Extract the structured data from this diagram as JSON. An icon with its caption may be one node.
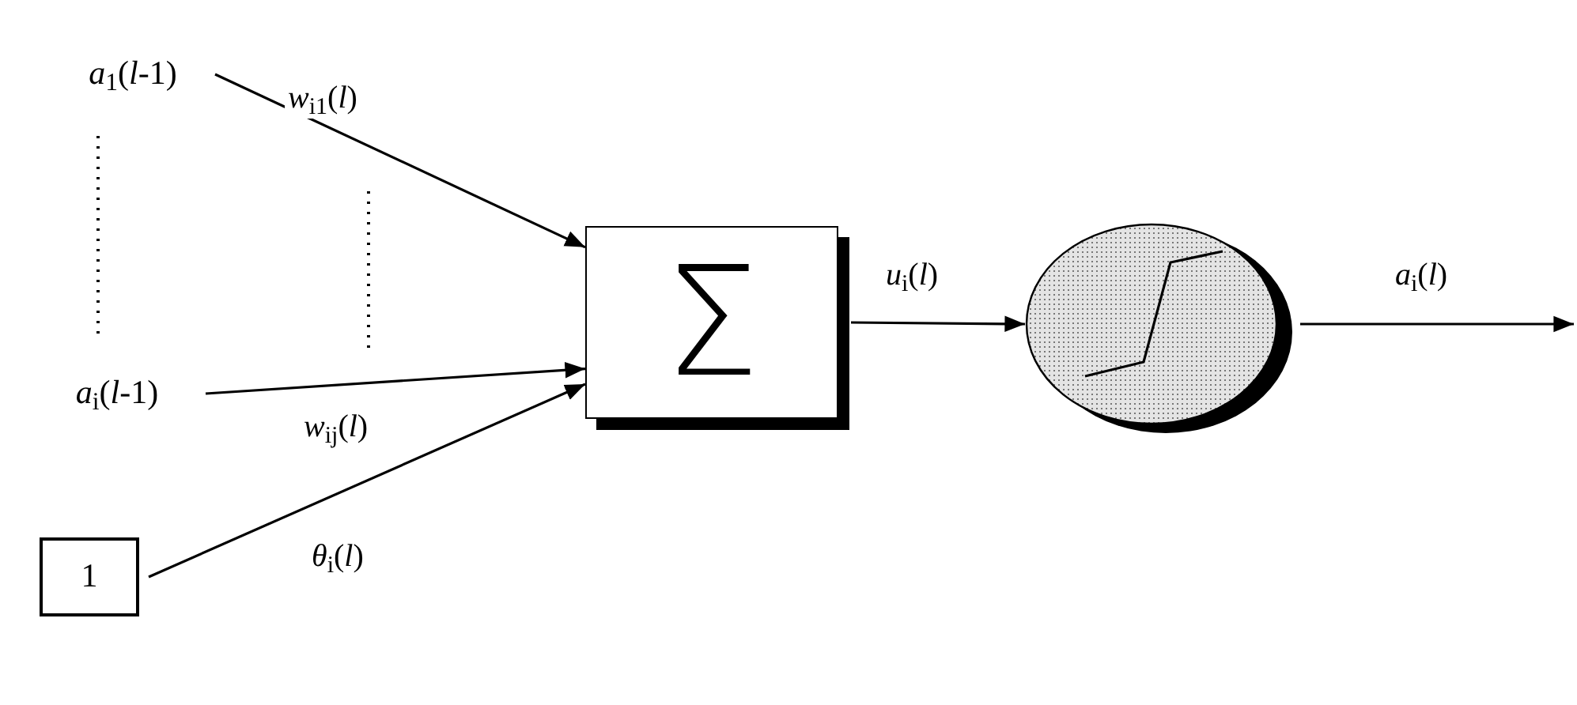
{
  "diagram": {
    "nodes": [
      {
        "text": [
          "*a*$_{1}$(*l*-1)"
        ]
      },
      {
        "text": [
          "*a*$_{i}$(*l*-1)"
        ]
      },
      {
        "text": [
          "1"
        ]
      },
      {
        "text": [
          "Σ"
        ]
      },
      {
        "text": [],
        "shape": "circle"
      }
    ],
    "edges": [
      {
        "from": 0,
        "to": 3,
        "arrow": "to",
        "label": "*w*$_{i1}$(*l*)"
      },
      {
        "from": 1,
        "to": 3,
        "arrow": "to",
        "label": "*w*$_{ij}$(*l*)"
      },
      {
        "from": 2,
        "to": 3,
        "arrow": "to",
        "label": "*θ*$_{i}$(*l*)"
      },
      {
        "from": 3,
        "to": 4,
        "arrow": "to",
        "label": "*u*$_{i}$(*l*)"
      },
      {
        "from": 4,
        "to": null,
        "arrow": "to",
        "label": "*a*$_{i}$(*l*)"
      }
    ]
  }
}
